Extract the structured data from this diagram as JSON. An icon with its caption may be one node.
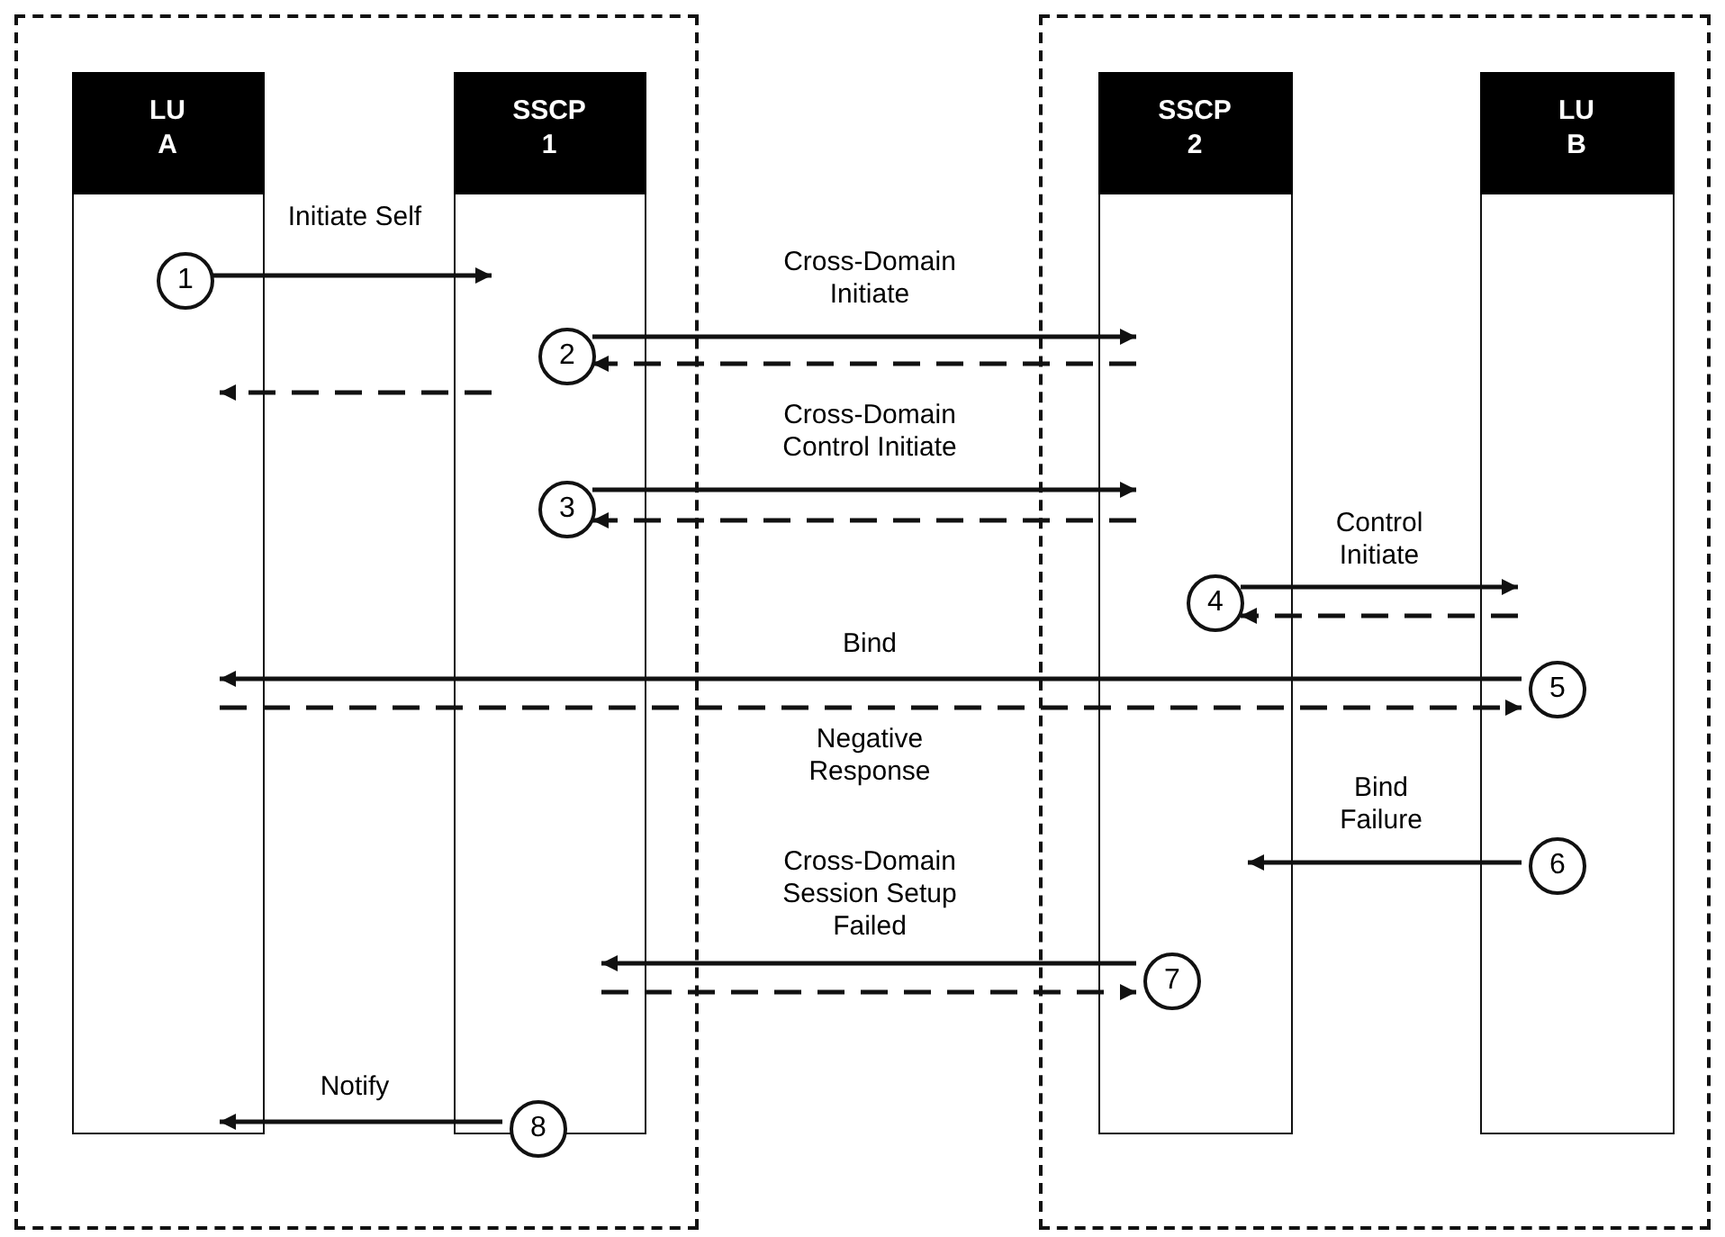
{
  "diagram": {
    "nodes": [
      {
        "text": [],
        "shape": "box"
      },
      {
        "text": [
          "LU A"
        ],
        "in": 0
      },
      {
        "text": [
          "SSCP 1"
        ],
        "in": 0
      },
      {
        "text": [],
        "shape": "box"
      },
      {
        "text": [
          "SSCP 2"
        ],
        "in": 3
      },
      {
        "text": [
          "LU B"
        ],
        "in": 3
      },
      {
        "text": [
          "1"
        ],
        "in": 1
      },
      {
        "text": [
          "2"
        ],
        "in": 2
      },
      {
        "text": [
          "3"
        ],
        "in": 2
      },
      {
        "text": [
          "4"
        ],
        "in": 4
      },
      {
        "text": [
          "5"
        ],
        "in": 5
      },
      {
        "text": [
          "6"
        ],
        "in": 5
      },
      {
        "text": [
          "7"
        ],
        "in": 4
      },
      {
        "text": [
          "8"
        ],
        "in": 2
      }
    ],
    "edges": [
      {
        "from": 6,
        "to": 2,
        "arrow": "to",
        "label": "Initiate Self"
      },
      {
        "from": 7,
        "to": 4,
        "arrow": "to",
        "label": "Cross-Domain Initiate"
      },
      {
        "from": 4,
        "to": 7,
        "arrow": "to",
        "style": "dashed"
      },
      {
        "from": 2,
        "to": 1,
        "arrow": "to",
        "style": "dashed"
      },
      {
        "from": 8,
        "to": 4,
        "arrow": "to",
        "label": "Cross-Domain Control Initiate"
      },
      {
        "from": 4,
        "to": 8,
        "arrow": "to",
        "style": "dashed"
      },
      {
        "from": 9,
        "to": 5,
        "arrow": "to",
        "label": "Control Initiate"
      },
      {
        "from": 5,
        "to": 9,
        "arrow": "to",
        "style": "dashed"
      },
      {
        "from": 10,
        "to": 1,
        "arrow": "to",
        "label": "Bind"
      },
      {
        "from": 1,
        "to": 10,
        "arrow": "to",
        "style": "dashed",
        "label": "Negative Response"
      },
      {
        "from": 11,
        "to": 4,
        "arrow": "to",
        "label": "Bind Failure"
      },
      {
        "from": 12,
        "to": 2,
        "arrow": "to",
        "label": "Cross-Domain Session Setup Failed"
      },
      {
        "from": 2,
        "to": 12,
        "arrow": "to",
        "style": "dashed"
      },
      {
        "from": 13,
        "to": 1,
        "arrow": "to",
        "label": "Notify"
      }
    ]
  }
}
